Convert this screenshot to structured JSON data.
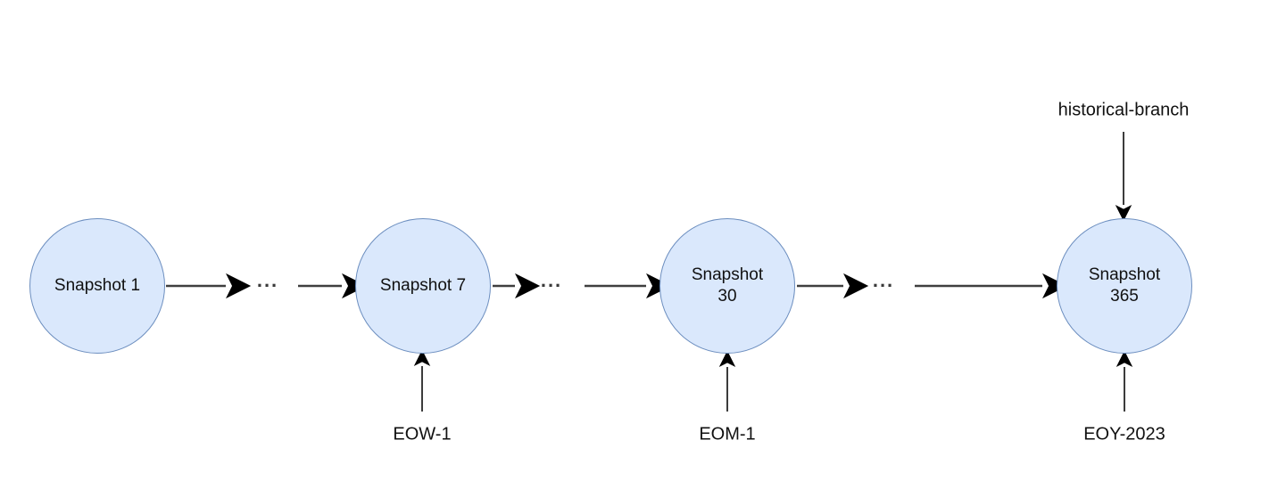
{
  "diagram": {
    "title_hint": "snapshot-timeline-diagram",
    "colors": {
      "background": "#ffffff",
      "node_fill": "#dae8fc",
      "node_stroke": "#6c8ebf",
      "edge": "#3f3f3f",
      "text": "#111111"
    },
    "nodes": [
      {
        "id": "snapshot-1",
        "label": "Snapshot 1"
      },
      {
        "id": "snapshot-7",
        "label": "Snapshot 7"
      },
      {
        "id": "snapshot-30",
        "label": "Snapshot\n30"
      },
      {
        "id": "snapshot-365",
        "label": "Snapshot\n365"
      }
    ],
    "ellipsis": "...",
    "annotations": {
      "historical_branch": "historical-branch",
      "eow": "EOW-1",
      "eom": "EOM-1",
      "eoy": "EOY-2023"
    }
  }
}
